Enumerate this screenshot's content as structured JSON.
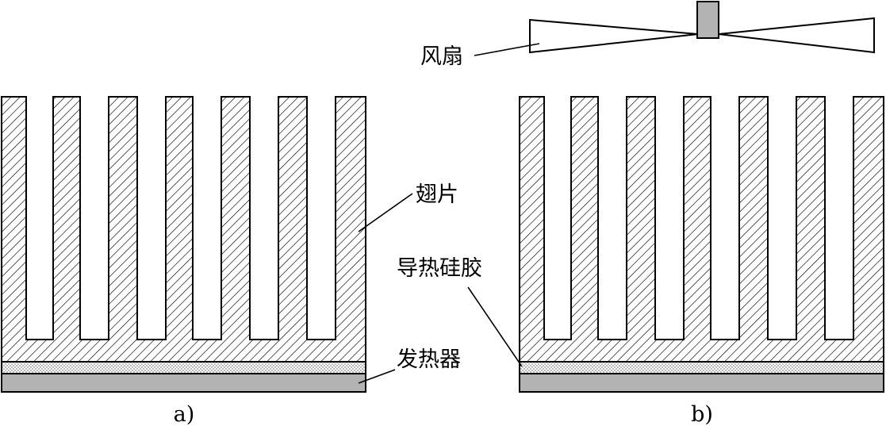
{
  "labels": {
    "fins": "翅片",
    "thermal_grease": "导热硅胶",
    "heat_source": "发热器",
    "fan": "风扇"
  },
  "captions": {
    "a": "a)",
    "b": "b)"
  },
  "colors": {
    "line": "#000000",
    "heat_source_fill": "#b3b3b3",
    "grease_dots": "#555555",
    "fan_hub_fill": "#b3b3b3",
    "background": "#ffffff"
  }
}
